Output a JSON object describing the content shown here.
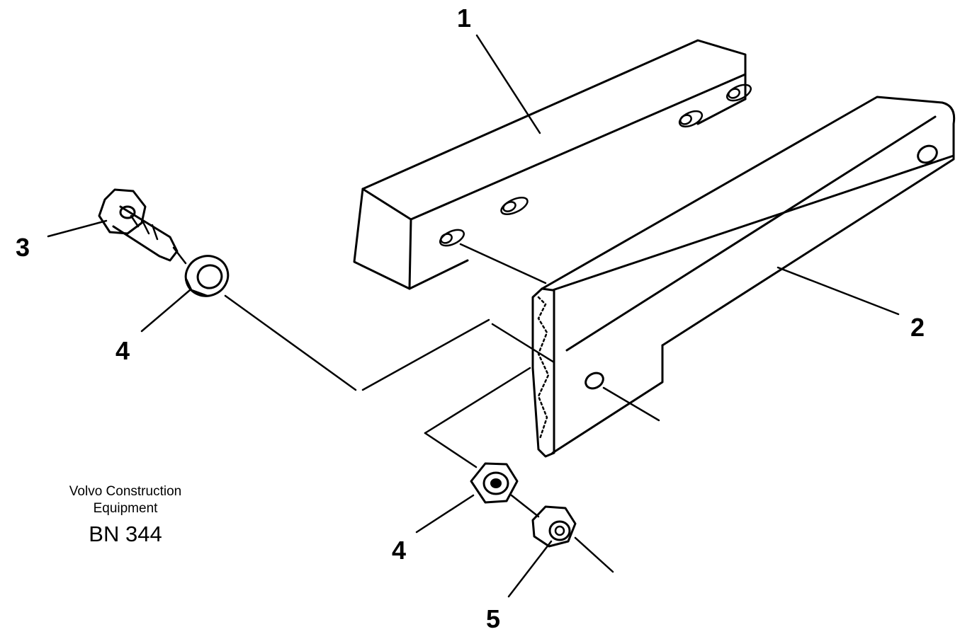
{
  "callouts": {
    "c1": "1",
    "c2": "2",
    "c3": "3",
    "c4a": "4",
    "c4b": "4",
    "c5": "5"
  },
  "caption": {
    "line1": "Volvo Construction",
    "line2": "Equipment",
    "code": "BN 344"
  }
}
